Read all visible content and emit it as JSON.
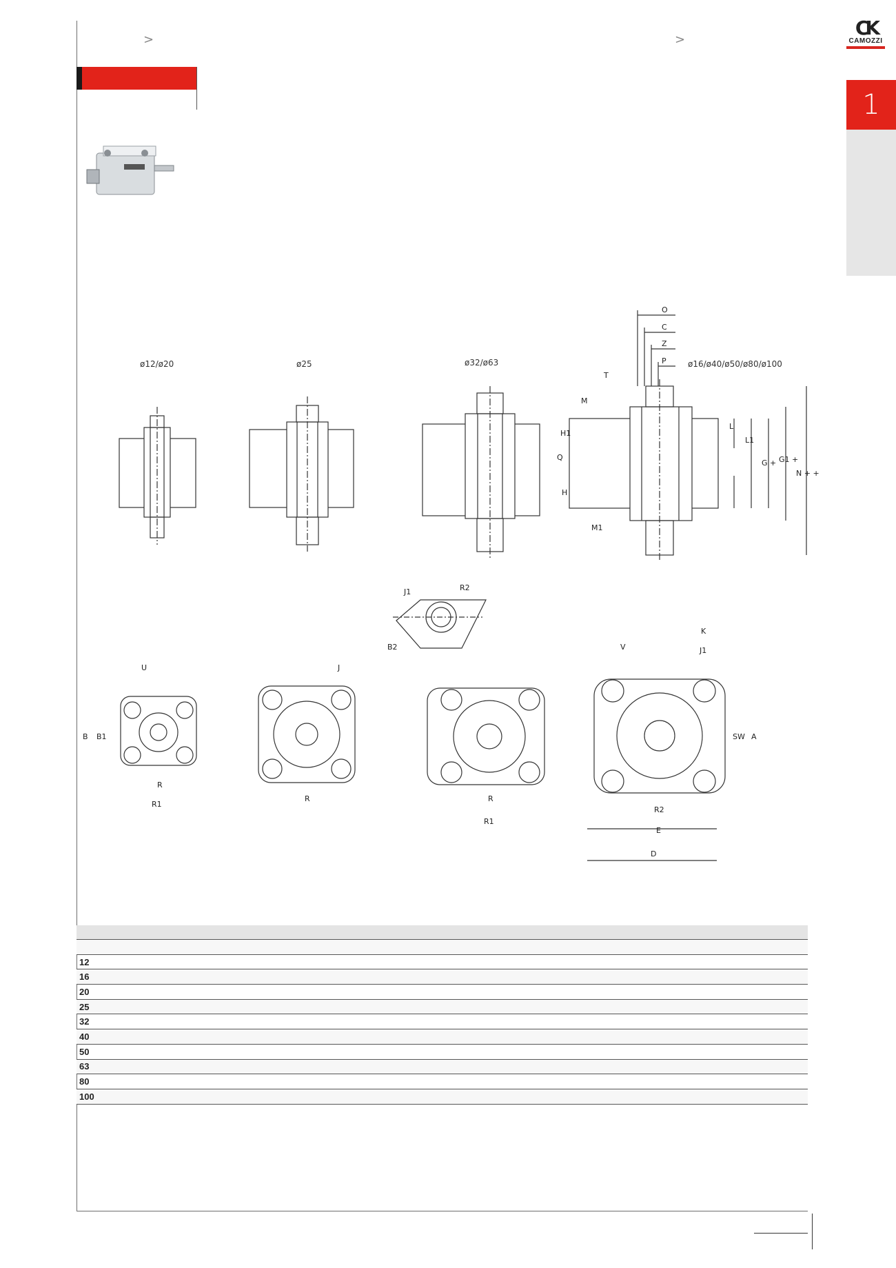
{
  "header": {
    "chevron_left": ">",
    "chevron_right": ">",
    "logo_mark": "CK",
    "logo_word": "CAMOZZI"
  },
  "side_tab": {
    "number": "1"
  },
  "drawings": {
    "views": [
      {
        "label": "ø12/ø20"
      },
      {
        "label": "ø25"
      },
      {
        "label": "ø32/ø63"
      },
      {
        "label": "ø16/ø40/ø50/ø80/ø100"
      }
    ],
    "dimension_letters": {
      "O": "O",
      "C": "C",
      "Z": "Z",
      "P": "P",
      "T": "T",
      "M": "M",
      "H1": "H1",
      "H": "H",
      "Q": "Q",
      "M1": "M1",
      "L": "L",
      "L1": "L1",
      "G": "G +",
      "G1": "G1 +",
      "N": "N + +",
      "J1": "J1",
      "R2": "R2",
      "B2": "B2",
      "K": "K",
      "V": "V",
      "J": "J",
      "U": "U",
      "B": "B",
      "B1": "B1",
      "R": "R",
      "R1": "R1",
      "SW": "SW",
      "A": "A",
      "E": "E",
      "D": "D"
    }
  },
  "table": {
    "rows": [
      "12",
      "16",
      "20",
      "25",
      "32",
      "40",
      "50",
      "63",
      "80",
      "100"
    ]
  },
  "colors": {
    "accent_red": "#e2231a",
    "grey_tab": "#e6e6e6"
  }
}
